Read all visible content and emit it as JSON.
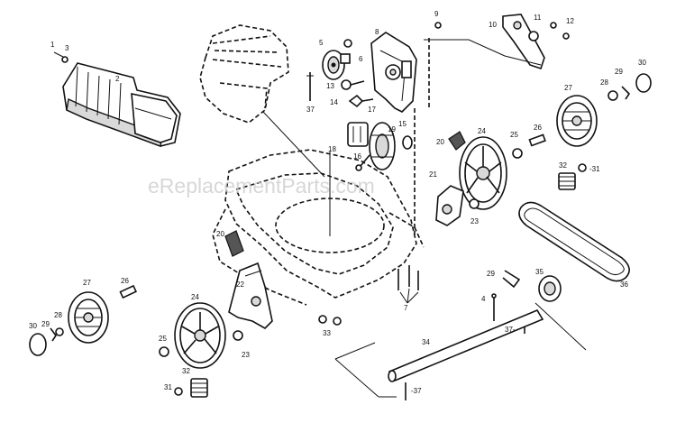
{
  "watermark": "eReplacementParts.com",
  "labels": {
    "l1": "1",
    "l2": "2",
    "l3": "3",
    "l4": "4",
    "l5": "5",
    "l6": "6",
    "l7": "7",
    "l8": "8",
    "l9": "9",
    "l10": "10",
    "l11": "11",
    "l12": "12",
    "l13": "13",
    "l14": "14",
    "l15": "15",
    "l16": "16",
    "l17": "17",
    "l18": "18",
    "l19": "19",
    "l20a": "20",
    "l20b": "20",
    "l21": "21",
    "l22": "22",
    "l23a": "23",
    "l23b": "23",
    "l24a": "24",
    "l24b": "24",
    "l25a": "25",
    "l25b": "25",
    "l26a": "26",
    "l26b": "26",
    "l27a": "27",
    "l27b": "27",
    "l28a": "28",
    "l28b": "28",
    "l29a": "29",
    "l29b": "29",
    "l29c": "29",
    "l30a": "30",
    "l30b": "30",
    "l31a": "-31",
    "l31b": "31",
    "l32a": "32",
    "l32b": "32",
    "l33": "33",
    "l34": "34",
    "l35": "35",
    "l36": "36",
    "l37a": "37",
    "l37b": "37-",
    "l37c": "-37"
  }
}
